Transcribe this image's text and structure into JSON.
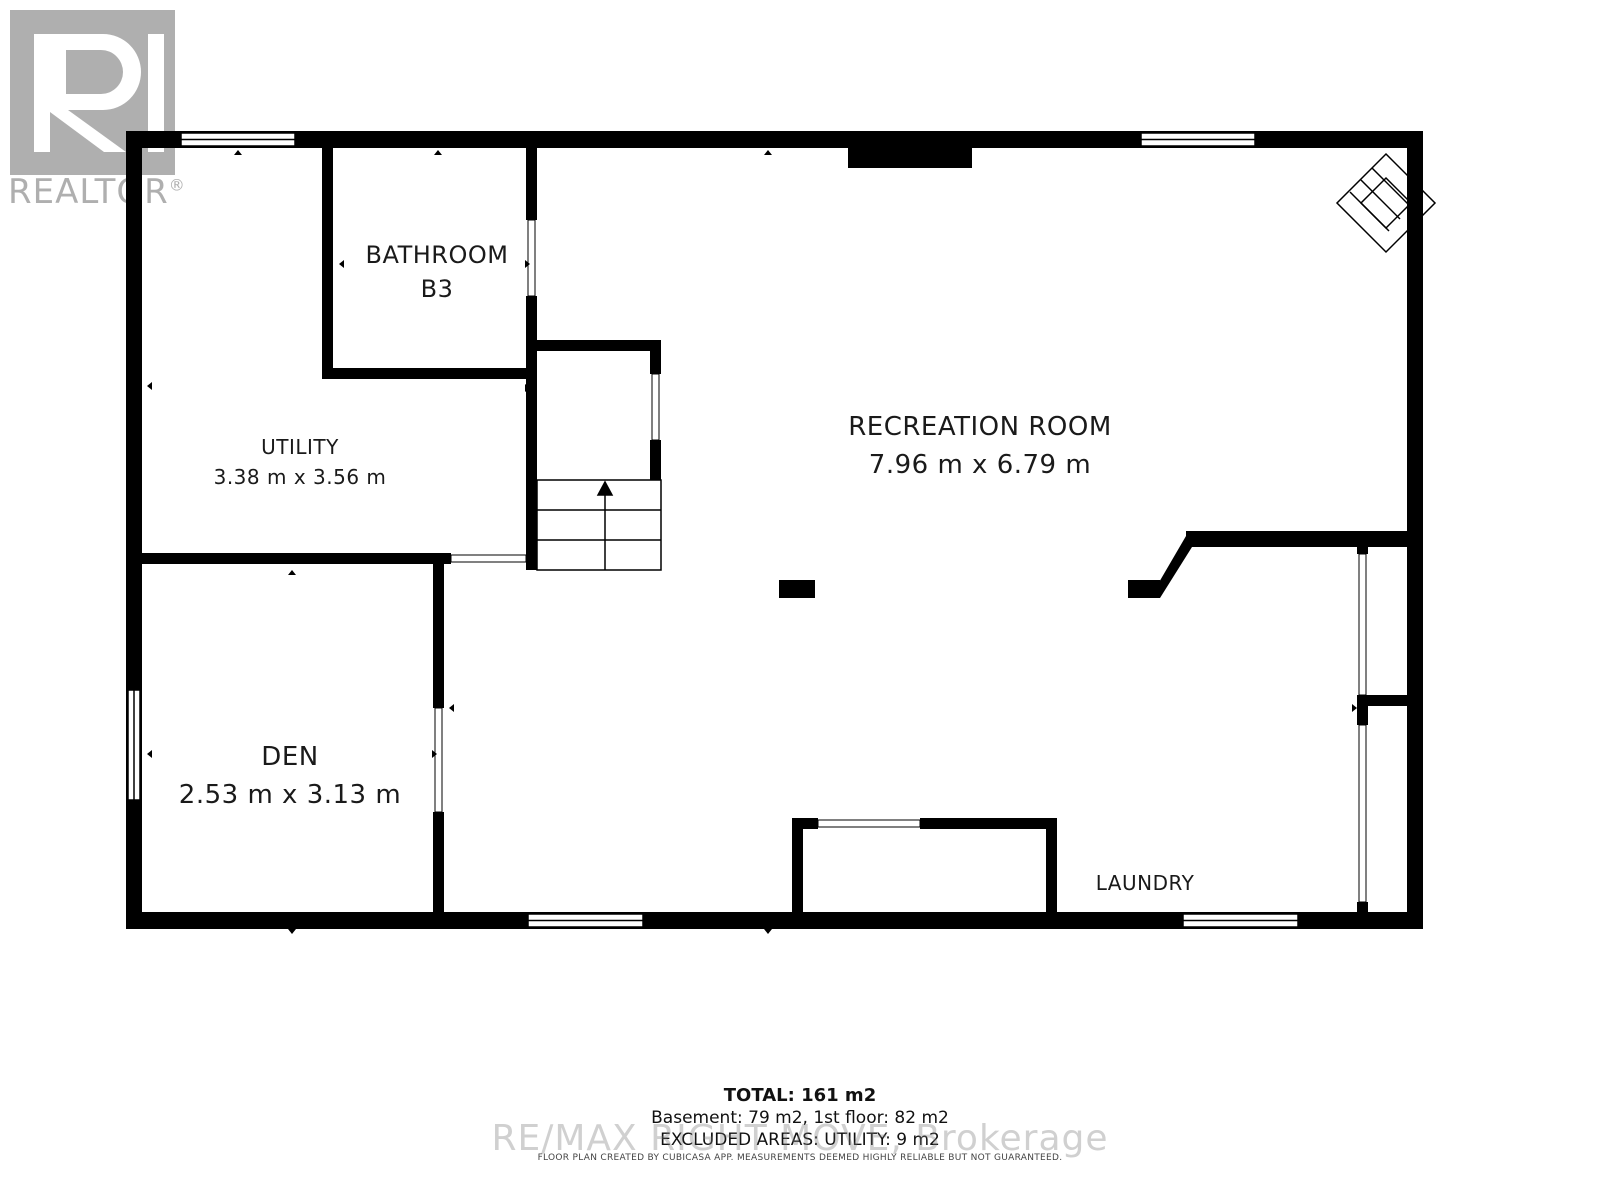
{
  "logo": {
    "name": "REALTOR",
    "mark": "®"
  },
  "rooms": {
    "bathroom": {
      "name": "BATHROOM",
      "sub": "B3"
    },
    "utility": {
      "name": "UTILITY",
      "dims": "3.38 m x 3.56 m"
    },
    "recreation": {
      "name": "RECREATION ROOM",
      "dims": "7.96 m x 6.79 m"
    },
    "den": {
      "name": "DEN",
      "dims": "2.53 m x 3.13 m"
    },
    "laundry": {
      "name": "LAUNDRY"
    }
  },
  "footer": {
    "total": "TOTAL: 161 m2",
    "breakdown": "Basement: 79 m2, 1st floor: 82 m2",
    "excluded": "EXCLUDED AREAS: UTILITY: 9 m2",
    "disclaimer": "FLOOR PLAN CREATED BY CUBICASA APP. MEASUREMENTS DEEMED HIGHLY RELIABLE BUT NOT GUARANTEED."
  },
  "watermark": "RE/MAX RIGHT MOVE, Brokerage",
  "colors": {
    "wall": "#000000",
    "background": "#ffffff"
  }
}
